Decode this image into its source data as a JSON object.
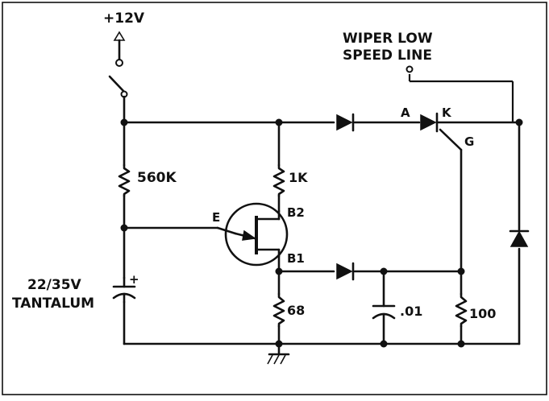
{
  "labels": {
    "supply": "+12V",
    "wiper_line_1": "WIPER LOW",
    "wiper_line_2": "SPEED LINE",
    "r_560k": "560K",
    "r_1k": "1K",
    "r_68": "68",
    "r_100": "100",
    "cap_tantalum_1": "22/35V",
    "cap_tantalum_2": "TANTALUM",
    "cap_plus": "+",
    "cap_01": ".01",
    "ujt_emitter": "E",
    "ujt_b2": "B2",
    "ujt_b1": "B1",
    "scr_anode": "A",
    "scr_cathode": "K",
    "scr_gate": "G"
  }
}
